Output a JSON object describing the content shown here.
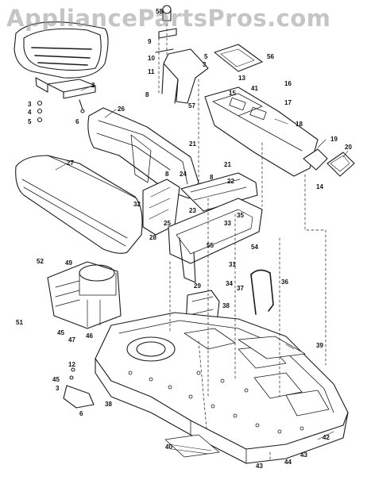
{
  "watermark": "AppliancePartsPros.com",
  "colors": {
    "ink": "#1a1a1a",
    "paper": "#ffffff",
    "watermark": "#969696"
  },
  "callouts": [
    "58",
    "9",
    "10",
    "11",
    "8",
    "5",
    "3",
    "56",
    "13",
    "2",
    "3",
    "4",
    "5",
    "6",
    "26",
    "57",
    "15",
    "41",
    "16",
    "17",
    "18",
    "27",
    "21",
    "19",
    "20",
    "8",
    "24",
    "8",
    "21",
    "22",
    "14",
    "32",
    "23",
    "25",
    "33",
    "35",
    "28",
    "55",
    "54",
    "52",
    "49",
    "31",
    "51",
    "45",
    "47",
    "46",
    "29",
    "34",
    "37",
    "38",
    "36",
    "39",
    "12",
    "45",
    "3",
    "6",
    "38",
    "40",
    "43",
    "44",
    "42",
    "43"
  ]
}
